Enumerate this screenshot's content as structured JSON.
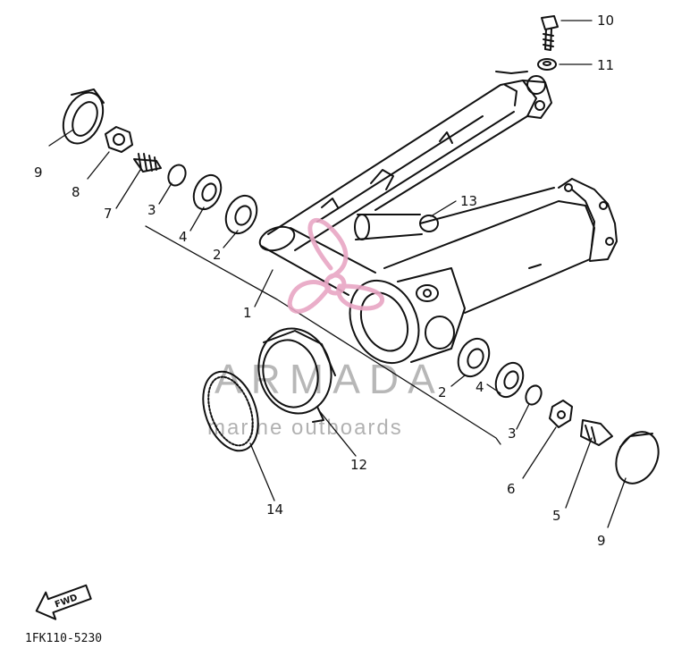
{
  "diagram": {
    "part_labels": [
      "10",
      "11",
      "9",
      "8",
      "7",
      "3",
      "4",
      "2",
      "13",
      "1",
      "2",
      "4",
      "3",
      "6",
      "5",
      "9",
      "12",
      "14"
    ],
    "arrow_label": "FWD",
    "drawing_code": "1FK110-5230"
  },
  "watermark": {
    "brand": "ARMADA",
    "tagline": "marine outboards",
    "accent_color": "#e8a6c4"
  }
}
